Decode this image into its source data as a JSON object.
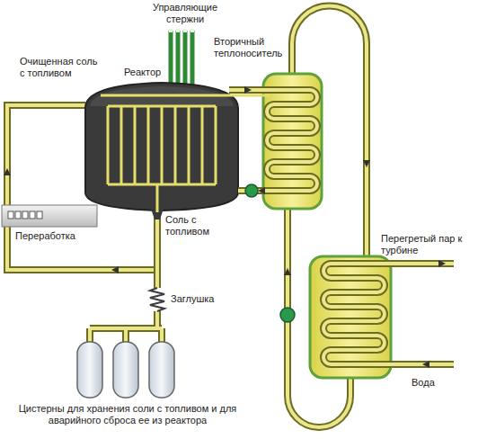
{
  "diagram": {
    "labels": [
      "Управляющие стержни",
      "Очищенная соль с топливом",
      "Реактор",
      "Вторичный теплоноситель",
      "Соль с топливом",
      "Переработка",
      "Заглушка",
      "Перегретый пар к турбине",
      "Вода",
      "Цистерны для хранения соли с топливом и для аварийного сброса ее из реактора"
    ]
  }
}
